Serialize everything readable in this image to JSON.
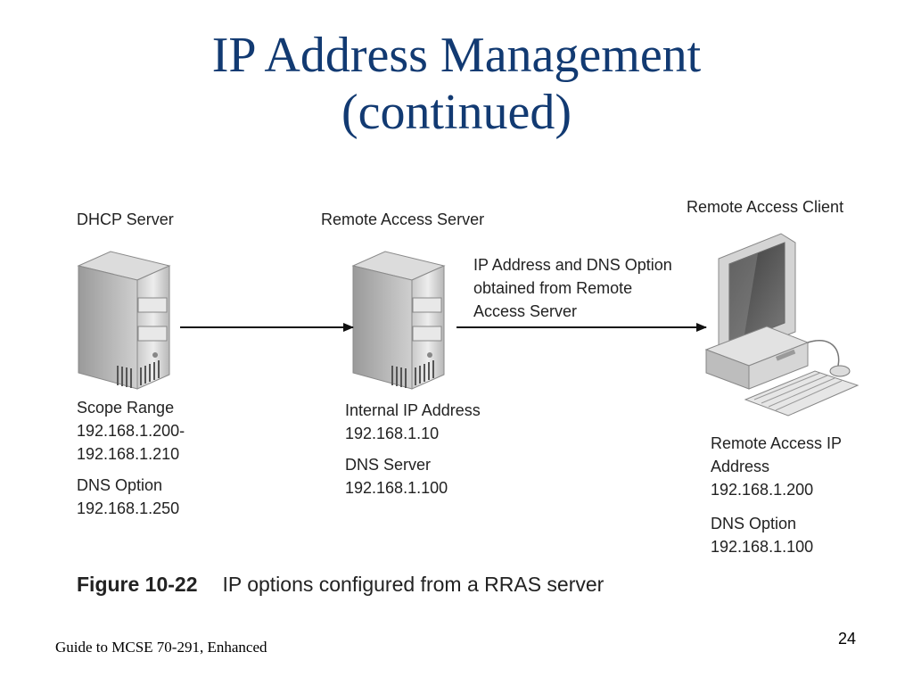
{
  "slide": {
    "title_line1": "IP Address Management",
    "title_line2": "(continued)",
    "footer": "Guide to MCSE 70-291, Enhanced",
    "page_number": "24"
  },
  "diagram": {
    "nodes": [
      {
        "id": "dhcp-server",
        "heading": "DHCP Server",
        "icon": "server-icon",
        "details": [
          "Scope Range",
          "192.168.1.200-",
          "192.168.1.210"
        ],
        "details2": [
          "DNS Option",
          "192.168.1.250"
        ]
      },
      {
        "id": "remote-access-server",
        "heading": "Remote Access Server",
        "icon": "server-icon",
        "details": [
          "Internal IP Address",
          "192.168.1.10"
        ],
        "details2": [
          "DNS Server",
          "192.168.1.100"
        ]
      },
      {
        "id": "remote-access-client",
        "heading": "Remote Access Client",
        "icon": "desktop-computer-icon",
        "details": [
          "Remote Access IP",
          "Address",
          "192.168.1.200"
        ],
        "details2": [
          "DNS Option",
          "192.168.1.100"
        ]
      }
    ],
    "edges": [
      {
        "from": "dhcp-server",
        "to": "remote-access-server",
        "label": ""
      },
      {
        "from": "remote-access-server",
        "to": "remote-access-client",
        "label_lines": [
          "IP Address and DNS Option",
          "obtained from Remote",
          "Access Server"
        ]
      }
    ],
    "figure_number": "Figure 10-22",
    "figure_caption": "IP options configured from a RRAS server"
  }
}
